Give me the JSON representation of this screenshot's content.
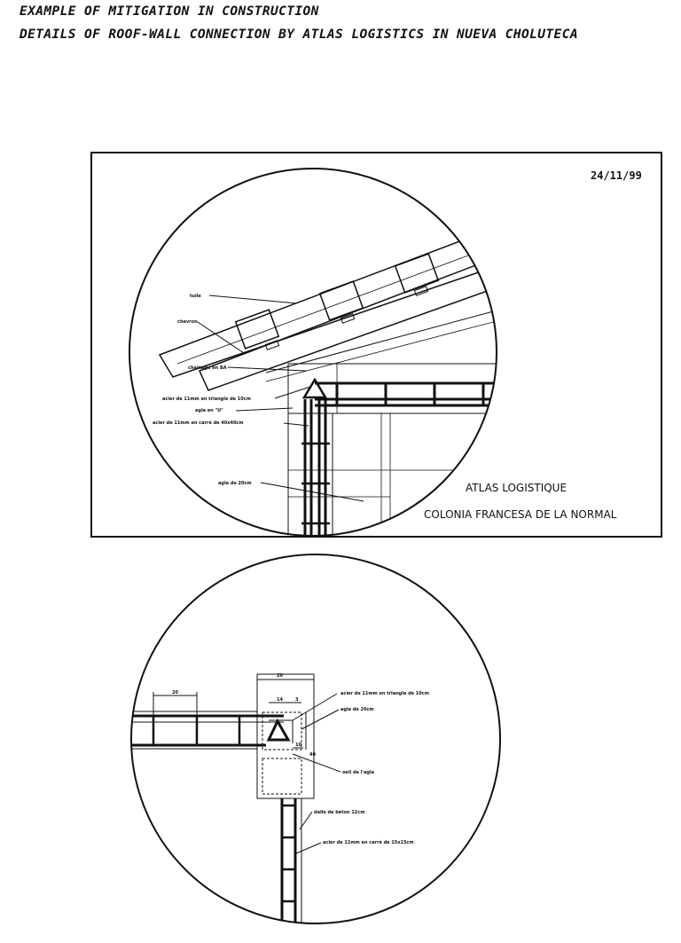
{
  "header": {
    "line1": "EXAMPLE OF MITIGATION IN CONSTRUCTION",
    "line2": "DETAILS OF ROOF-WALL CONNECTION BY ATLAS LOGISTICS IN NUEVA CHOLUTECA"
  },
  "top_detail": {
    "date": "24/11/99",
    "title": "ATLAS LOGISTIQUE",
    "subtitle": "COLONIA FRANCESA DE LA NORMAL",
    "labels": {
      "tuile": "tuile",
      "chevron": "chevron",
      "chainage": "chaînage en BA",
      "acier_triangle": "acier de 11mm en triangle de 10cm",
      "agla_u": "agla en \"U\"",
      "acier_carre": "acier de 11mm en carré de 40x40cm",
      "agla_20": "agla de 20cm"
    }
  },
  "bottom_detail": {
    "dim_20": "20",
    "dim_20_top": "20",
    "dim_14": "14",
    "dim_3": "3",
    "dim_10": "10",
    "dim_40": "40",
    "labels": {
      "acier_triangle": "acier de 11mm en triangle de 10cm",
      "agla_20": "agla de 20cm",
      "oeil": "oeil de l'agla",
      "dalle": "dalle de béton 12cm",
      "acier_carre": "acier de 11mm en carré de 15x15cm"
    }
  }
}
